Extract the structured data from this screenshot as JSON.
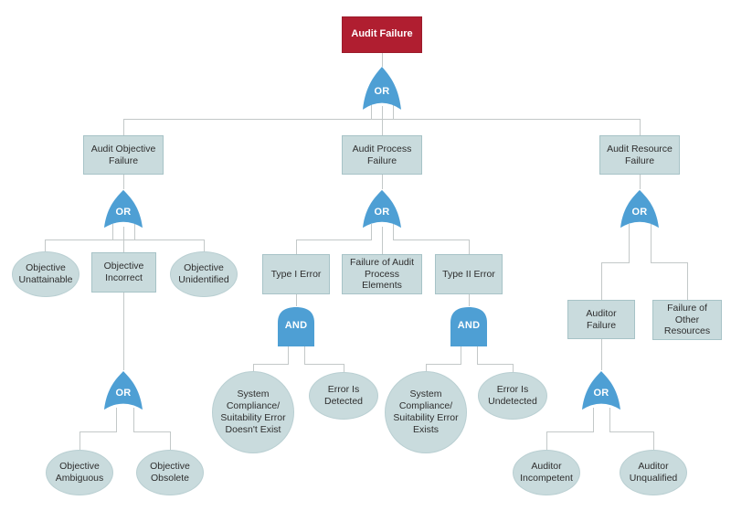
{
  "diagram_type": "fault-tree-analysis",
  "colors": {
    "top_event": "#b01e30",
    "node_fill": "#c9dbdd",
    "node_border": "#a7c3c7",
    "gate_fill": "#4e9fd4",
    "line": "#c3c8c8",
    "text": "#2e2e2e"
  },
  "gate_labels": {
    "or": "OR",
    "and": "AND"
  },
  "nodes": {
    "audit_failure": "Audit Failure",
    "audit_objective_failure": "Audit Objective Failure",
    "audit_process_failure": "Audit Process Failure",
    "audit_resource_failure": "Audit Resource Failure",
    "objective_unattainable": "Objective Unattainable",
    "objective_incorrect": "Objective Incorrect",
    "objective_unidentified": "Objective Unidentified",
    "objective_ambiguous": "Objective Ambiguous",
    "objective_obsolete": "Objective Obsolete",
    "type_i_error": "Type I Error",
    "failure_of_audit_process_elements": "Failure of Audit Process Elements",
    "type_ii_error": "Type II Error",
    "system_error_doesnt_exist": "System Compliance/ Suitability Error Doesn't Exist",
    "error_is_detected": "Error Is Detected",
    "system_error_exists": "System Compliance/ Suitability Error Exists",
    "error_is_undetected": "Error Is Undetected",
    "auditor_failure": "Auditor Failure",
    "failure_of_other_resources": "Failure of Other Resources",
    "auditor_incompetent": "Auditor Incompetent",
    "auditor_unqualified": "Auditor Unqualified"
  }
}
